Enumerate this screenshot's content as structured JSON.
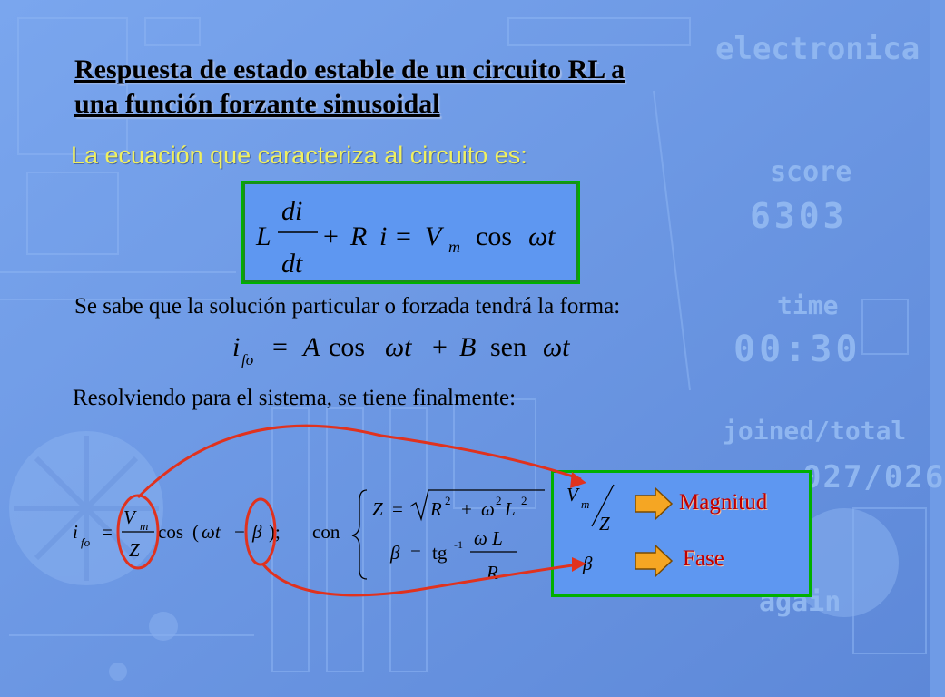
{
  "background": {
    "words": [
      "electronica",
      "score",
      "6303",
      "time",
      "00:30",
      "joined/total",
      "027/026",
      "again"
    ]
  },
  "slide": {
    "title_line1": "Respuesta de estado estable de un circuito RL a",
    "title_line2": "una función forzante sinusoidal",
    "subtitle": "La ecuación que caracteriza al circuito es:",
    "text1": "Se sabe que la solución particular o forzada tendrá la forma:",
    "text2": "Resolviendo para el sistema, se tiene finalmente:"
  },
  "equations": {
    "diff": {
      "L": "L",
      "di": "di",
      "dt": "dt",
      "plus": "+",
      "R": "R",
      "i": "i",
      "eq": "=",
      "V": "V",
      "m": "m",
      "cos": "cos",
      "wt": "ωt"
    },
    "forced": {
      "i": "i",
      "fo": "fo",
      "eq": "=",
      "A": "A",
      "cos": "cos",
      "wt1": "ωt",
      "plus": "+",
      "B": "B",
      "sen": "sen",
      "wt2": "ωt"
    },
    "solution": {
      "i": "i",
      "fo": "fo",
      "eq": "=",
      "V": "V",
      "m": "m",
      "Z": "Z",
      "cos": "cos",
      "open": "(",
      "wt": "ωt",
      "minus": "−",
      "beta": "β",
      "close": ");",
      "con": "con"
    },
    "Z_def": {
      "Z": "Z",
      "eq": "=",
      "R": "R",
      "two1": "2",
      "plus": "+",
      "w": "ω",
      "two2": "2",
      "L": "L",
      "two3": "2"
    },
    "beta_def": {
      "beta": "β",
      "eq": "=",
      "tg": "tg",
      "inv": "-1",
      "wL": "ω L",
      "R": "R"
    }
  },
  "results": {
    "mag_expr_V": "V",
    "mag_expr_m": "m",
    "mag_expr_Z": "Z",
    "magnitude": "Magnitud",
    "phase_expr": "β",
    "phase": "Fase"
  },
  "colors": {
    "accent_green": "#00b000",
    "box_blue": "#5e97f1",
    "red": "#c00000",
    "arrow": "#f5a623",
    "link_red": "#e0321e"
  }
}
